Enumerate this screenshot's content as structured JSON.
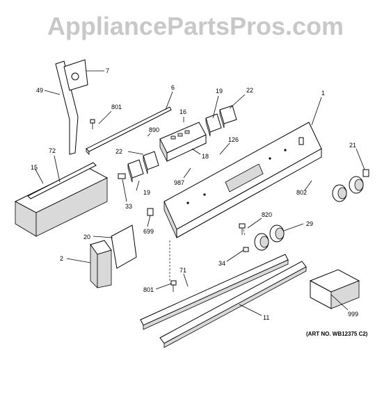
{
  "watermark": "AppliancePartsPros.com",
  "art_number": "(ART NO. WB12375 C2)",
  "callouts": {
    "c7": "7",
    "c49": "49",
    "c6": "6",
    "c801a": "801",
    "c16": "16",
    "c19a": "19",
    "c22a": "22",
    "c1": "1",
    "c890": "890",
    "c72": "72",
    "c22b": "22",
    "c18": "18",
    "c126": "126",
    "c21": "21",
    "c15": "15",
    "c987": "987",
    "c19b": "19",
    "c802": "802",
    "c33": "33",
    "c699": "699",
    "c820": "820",
    "c29": "29",
    "c20": "20",
    "c2": "2",
    "c34": "34",
    "c71": "71",
    "c801b": "801",
    "c999": "999",
    "c11": "11"
  },
  "colors": {
    "line": "#000000",
    "watermark": "#c8c8c8",
    "shade": "#d9d9d9"
  }
}
